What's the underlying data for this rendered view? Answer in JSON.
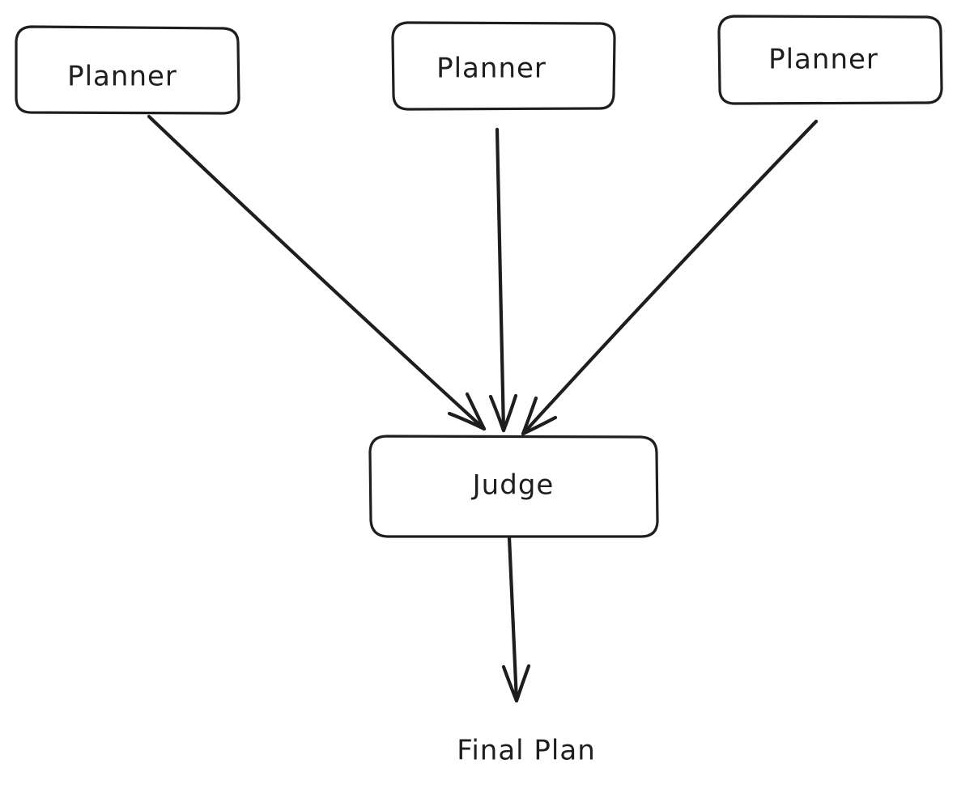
{
  "diagram": {
    "nodes": [
      {
        "id": "planner-1",
        "label": "Planner"
      },
      {
        "id": "planner-2",
        "label": "Planner"
      },
      {
        "id": "planner-3",
        "label": "Planner"
      },
      {
        "id": "judge",
        "label": "Judge"
      }
    ],
    "edges": [
      {
        "from": "planner-1",
        "to": "judge"
      },
      {
        "from": "planner-2",
        "to": "judge"
      },
      {
        "from": "planner-3",
        "to": "judge"
      },
      {
        "from": "judge",
        "to": "final-plan"
      }
    ],
    "output_label": "Final Plan",
    "stroke_color": "#1e1e1e",
    "background_color": "#ffffff"
  }
}
